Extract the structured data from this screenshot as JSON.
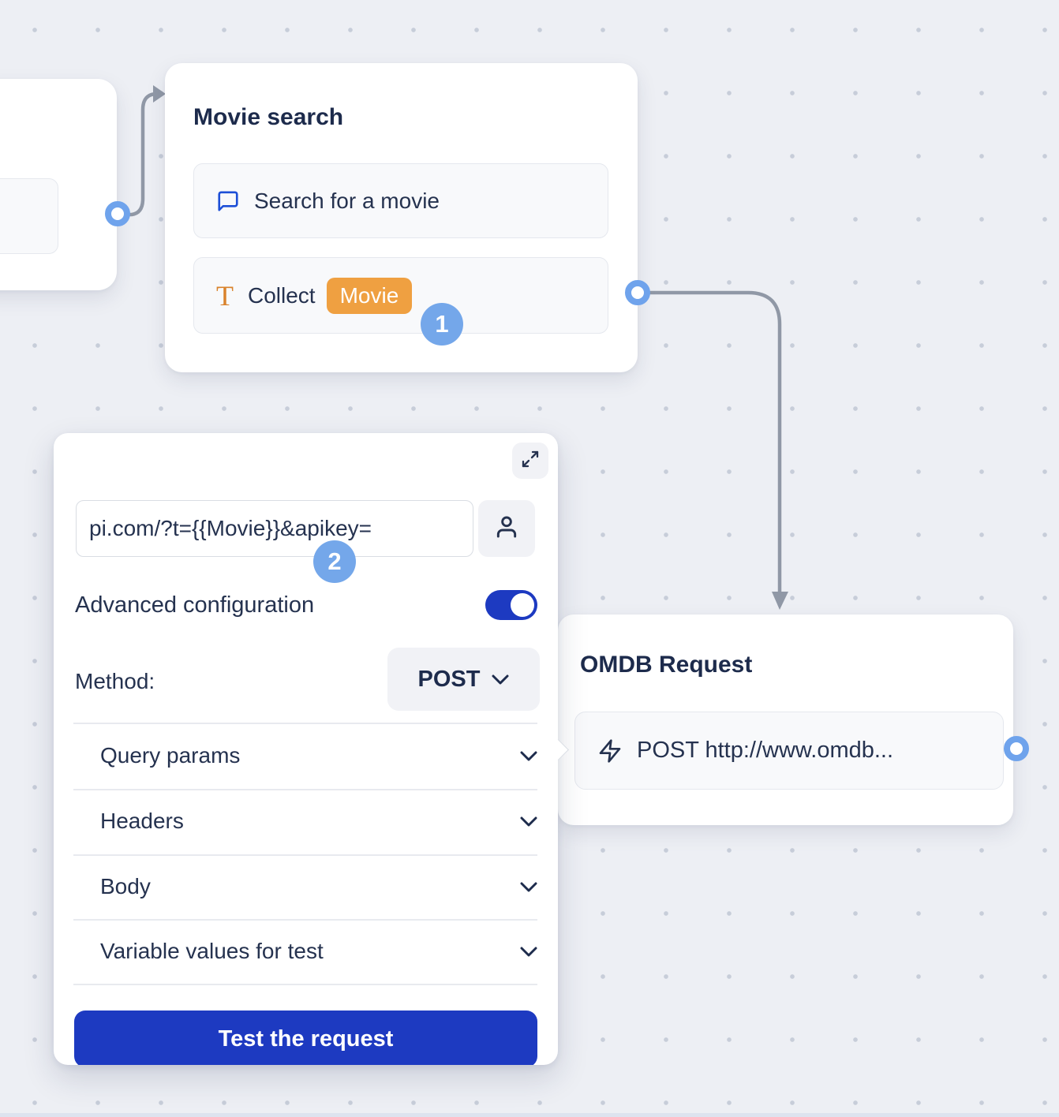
{
  "canvas": {
    "step_badges": {
      "one": "1",
      "two": "2"
    }
  },
  "movie_node": {
    "title": "Movie search",
    "items": [
      {
        "icon": "message-square-icon",
        "label": "Search for a movie"
      },
      {
        "icon": "text-icon",
        "icon_glyph": "T",
        "label": "Collect",
        "variable": "Movie"
      }
    ]
  },
  "webhook_panel": {
    "url_value": "pi.com/?t={{Movie}}&apikey=",
    "advanced_label": "Advanced configuration",
    "advanced_on": true,
    "method_label": "Method:",
    "method_value": "POST",
    "sections": [
      "Query params",
      "Headers",
      "Body",
      "Variable values for test"
    ],
    "test_button_label": "Test the request",
    "icons": [
      "maximize-icon",
      "user-icon",
      "chevron-down-icon"
    ]
  },
  "omdb_node": {
    "title": "OMDB Request",
    "item": {
      "icon": "zap-icon",
      "label": "POST http://www.omdb..."
    }
  },
  "colors": {
    "background": "#edeff4",
    "grid_dot": "#c7cdd9",
    "primary_blue": "#1d3ac1",
    "link_blue_icon": "#1d4fd7",
    "badge_blue": "#74a7ea",
    "port_blue": "#6fa3ec",
    "variable_orange": "#efa041",
    "orange_icon": "#d9822b",
    "title_navy": "#1d2b4c",
    "body_navy": "#25324f",
    "edge_gray": "#9098a6"
  }
}
